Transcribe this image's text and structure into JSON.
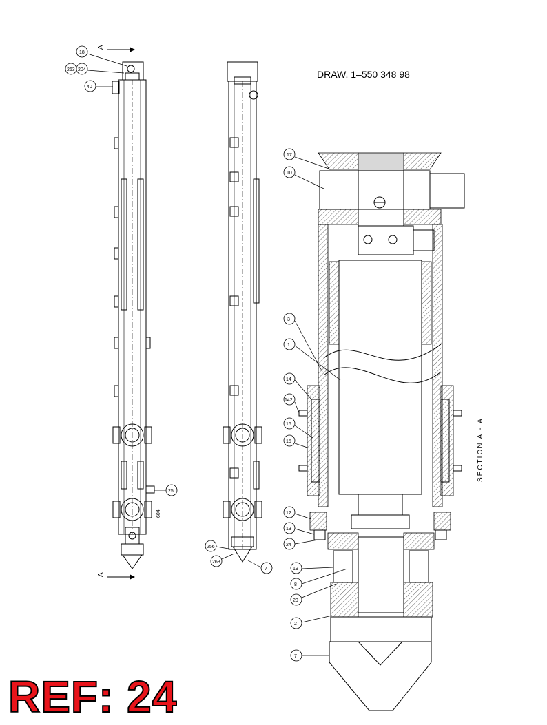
{
  "drawing_number": "DRAW. 1–550 348 98",
  "reference_label": "REF: 24",
  "section_label": "SECTION A - A",
  "section_marks": {
    "top": "A",
    "bottom": "A"
  },
  "balloons_left_view": [
    "18",
    "263",
    "204",
    "40",
    "25"
  ],
  "left_view_note": "604",
  "balloons_middle_view": [
    "256",
    "263",
    "7"
  ],
  "balloons_section": [
    "17",
    "10",
    "3",
    "1",
    "14",
    "142",
    "16",
    "15",
    "12",
    "13",
    "24",
    "19",
    "8",
    "20",
    "2",
    "7"
  ]
}
